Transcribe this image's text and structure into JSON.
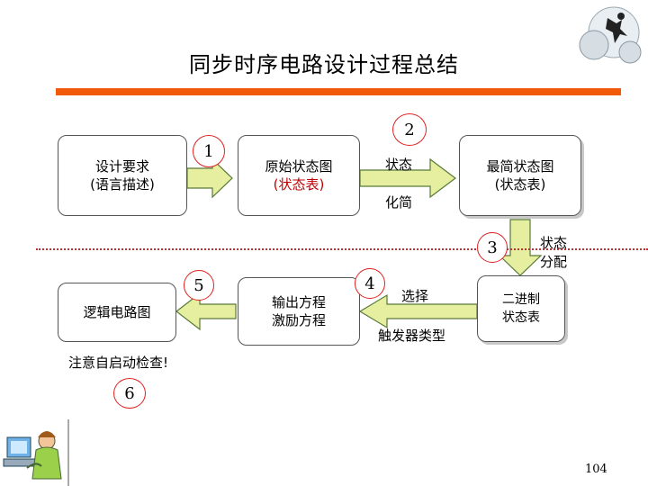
{
  "slide": {
    "title": "同步时序电路设计过程总结",
    "page_number": "104",
    "note": "注意自启动检查!"
  },
  "boxes": {
    "design_req": [
      "设计要求",
      "(语言描述)"
    ],
    "original_state": [
      "原始状态图",
      "(状态表)"
    ],
    "min_state": [
      "最简状态图",
      "(状态表)"
    ],
    "binary_table": [
      "二进制",
      "状态表"
    ],
    "output_eq": [
      "输出方程",
      "激励方程"
    ],
    "logic_circuit": [
      "逻辑电路图"
    ]
  },
  "arrow_labels": {
    "reduce_top": "状态",
    "reduce_bottom": "化简",
    "assign_top": "状态",
    "assign_bottom": "分配",
    "select_top": "选择",
    "select_bottom": "触发器类型"
  },
  "steps": [
    "1",
    "2",
    "3",
    "4",
    "5",
    "6"
  ],
  "colors": {
    "accent_bar": "#f05a0a",
    "arrow_fill": "#e6eea0",
    "arrow_border": "#5a7a3a",
    "circle_border": "#e02020",
    "emphasis_text": "#c00000"
  }
}
